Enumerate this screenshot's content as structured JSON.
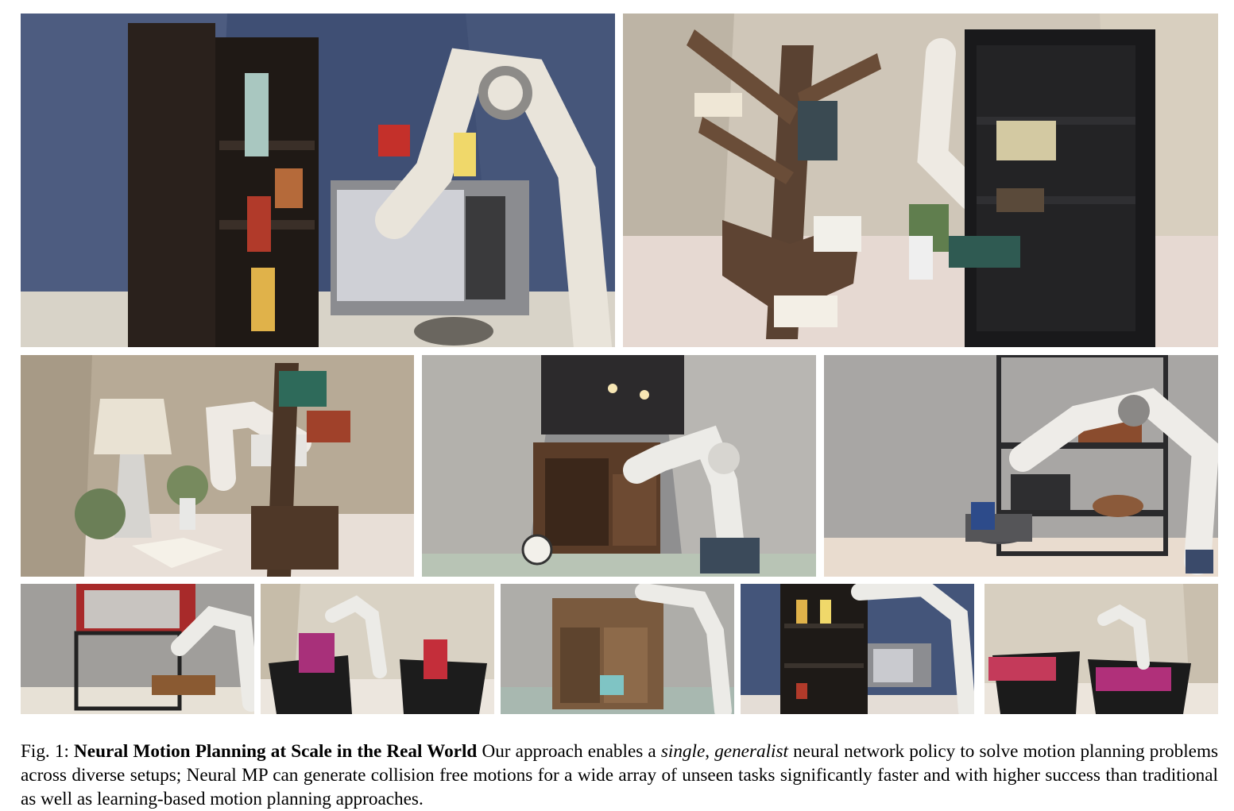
{
  "figure": {
    "caption": {
      "label": "Fig. 1:",
      "title": "Neural Motion Planning at Scale in the Real World",
      "text_1": "Our approach enables a",
      "em_1": "single",
      "text_2": ",",
      "em_2": "generalist",
      "text_3": "neural network policy to solve motion planning problems across diverse setups; Neural MP can generate collision free motions for a wide array of unseen tasks significantly faster and with higher success than traditional as well as learning-based motion planning approaches."
    },
    "photos": [
      {
        "scene": "robot arm opening microwave beside dark bookshelf with condiments and pan"
      },
      {
        "scene": "robot arm placing book on dark bookshelf next to tree-shaped shelf"
      },
      {
        "scene": "robot arm reaching into tree bookshelf next to table lamp and plants"
      },
      {
        "scene": "robot arm reaching into wooden cabinet with clock on table"
      },
      {
        "scene": "robot arm reaching into metal shelf with toaster oven and cooking pot"
      },
      {
        "scene": "robot arm near red microwave on metal rack with cutting board"
      },
      {
        "scene": "robot arm moving board games between black bins"
      },
      {
        "scene": "robot arm reaching into rustic wooden cabinet"
      },
      {
        "scene": "robot arm reaching over shelves with condiments and microwave"
      },
      {
        "scene": "robot arm placing board game into black bin"
      }
    ]
  }
}
